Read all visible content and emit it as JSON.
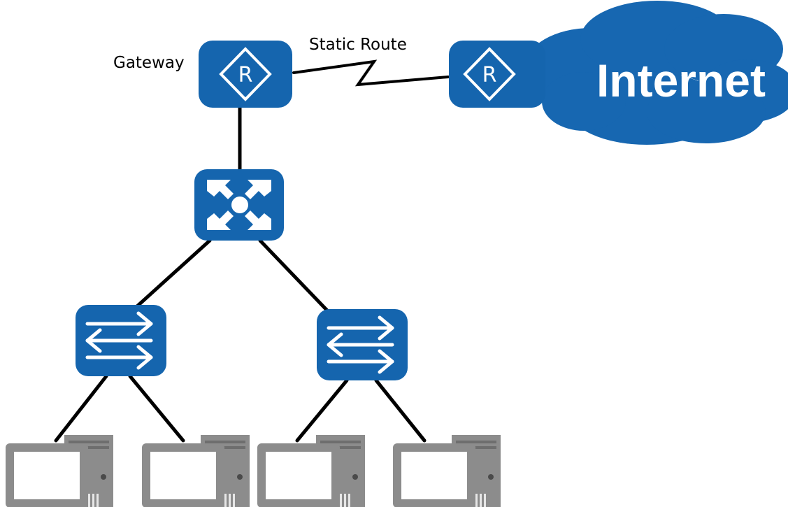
{
  "labels": {
    "gateway": "Gateway",
    "static_route": "Static Route",
    "internet": "Internet"
  },
  "icons": {
    "router_glyph": "R"
  },
  "colors": {
    "device_blue": "#1565ae",
    "cloud_blue": "#1767b1",
    "link_black": "#000000",
    "pc_gray": "#8c8c8c",
    "pc_dark_gray": "#6e6e6e",
    "glyph_white": "#ffffff"
  }
}
